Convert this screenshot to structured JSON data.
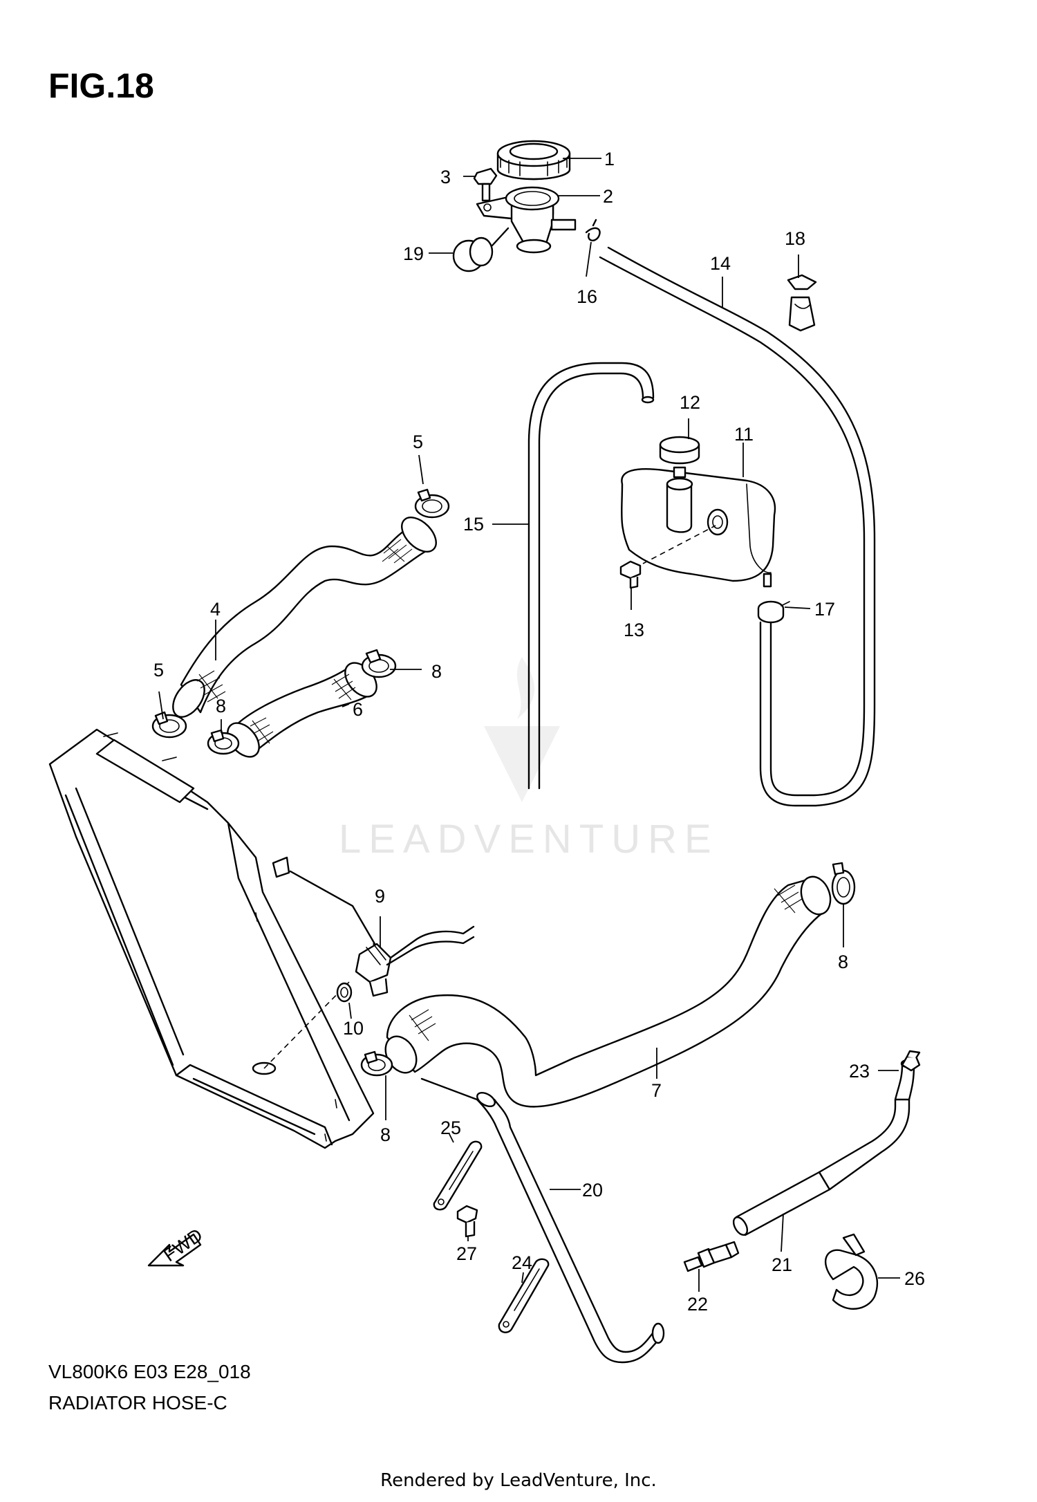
{
  "figure": {
    "title": "FIG.18",
    "model_code": "VL800K6 E03 E28_018",
    "caption": "RADIATOR HOSE-C"
  },
  "watermark": {
    "text": "LEADVENTURE"
  },
  "credit": "Rendered by LeadVenture, Inc.",
  "callouts": [
    "1",
    "2",
    "3",
    "19",
    "16",
    "14",
    "18",
    "12",
    "11",
    "15",
    "5",
    "17",
    "13",
    "4",
    "8",
    "6",
    "9",
    "10",
    "7",
    "23",
    "25",
    "20",
    "27",
    "21",
    "24",
    "22",
    "26"
  ]
}
